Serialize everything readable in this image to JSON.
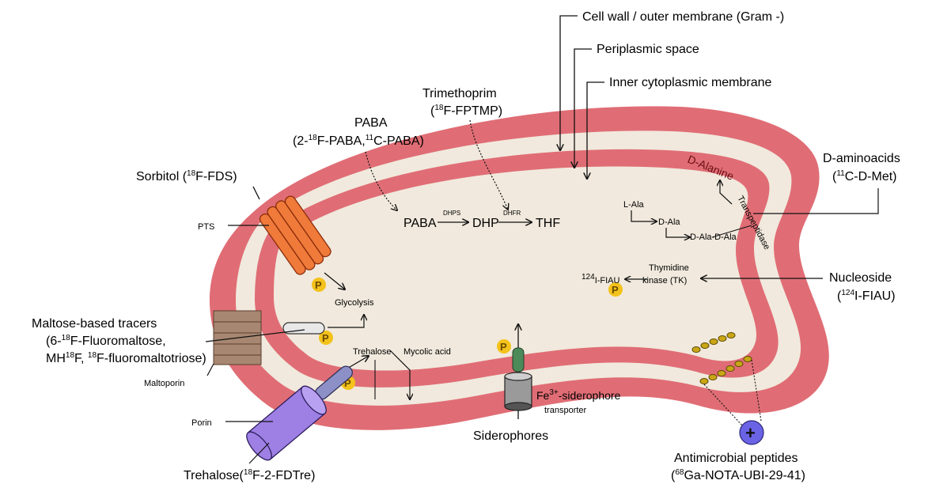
{
  "colors": {
    "outer_membrane": "#e06d75",
    "periplasm": "#f1e9dd",
    "inner_membrane": "#e06d75",
    "cytoplasm": "#f1e9dd",
    "phosphate": "#f3c21b",
    "pts": "#f07a3a",
    "maltoporin": "#a88772",
    "porin": "#9e7fe3",
    "peptide_plus": "#6b63e6"
  },
  "labels": {
    "cell_wall": "Cell wall / outer membrane (Gram -)",
    "periplasmic_space": "Periplasmic space",
    "inner_membrane": "Inner cytoplasmic membrane",
    "trimethoprim": "Trimethoprim",
    "trimethoprim_tracer": {
      "pre": "(",
      "sup": "18",
      "post": "F-FPTMP)"
    },
    "paba": "PABA",
    "paba_tracer": {
      "a": "(2-",
      "sup1": "18",
      "b": "F-PABA,",
      "sup2": "11",
      "c": "C-PABA)"
    },
    "sorbitol": {
      "pre": "Sorbitol (",
      "sup": "18",
      "post": "F-FDS)"
    },
    "pts": "PTS",
    "d_aminoacids": "D-aminoacids",
    "d_aminoacids_tracer": {
      "pre": "(",
      "sup": "11",
      "post": "C-D-Met)"
    },
    "d_alanine": "D-Alanine",
    "transpeptidase": "Transpeptidase",
    "l_ala": "L-Ala",
    "d_ala": "D-Ala",
    "d_ala_d_ala": "D-Ala-D-Ala",
    "pathway": {
      "paba": "PABA",
      "dhp": "DHP",
      "thf": "THF",
      "dhps": "DHPS",
      "dhfr": "DHFR"
    },
    "thymidine_kinase_1": "Thymidine",
    "thymidine_kinase_2": "kinase (TK)",
    "fiau_inside": {
      "sup": "124",
      "post": "I-FIAU"
    },
    "nucleoside": "Nucleoside",
    "nucleoside_tracer": {
      "pre": "(",
      "sup": "124",
      "post": "I-FIAU)"
    },
    "glycolysis": "Glycolysis",
    "maltose_1": "Maltose-based tracers",
    "maltose_2": {
      "pre": "(6-",
      "sup": "18",
      "post": "F-Fluoromaltose,"
    },
    "maltose_3": {
      "a": "MH",
      "sup1": "18",
      "b": "F, ",
      "sup2": "18",
      "c": "F-fluoromaltotriose)"
    },
    "maltoporin": "Maltoporin",
    "trehalose_inside": "Trehalose",
    "mycolic_acid": "Mycolic acid",
    "porin": "Porin",
    "trehalose_tracer": {
      "pre": "Trehalose(",
      "sup": "18",
      "post": "F-2-FDTre)"
    },
    "siderophores": "Siderophores",
    "fe_siderophore_1": {
      "pre": "Fe",
      "sup": "3+",
      "post": "-siderophore"
    },
    "fe_siderophore_2": "transporter",
    "antimicrobial": "Antimicrobial peptides",
    "antimicrobial_tracer": {
      "pre": "(",
      "sup": "68",
      "post": "Ga-NOTA-UBI-29-41)"
    },
    "phosphate": "P",
    "plus": "+"
  }
}
